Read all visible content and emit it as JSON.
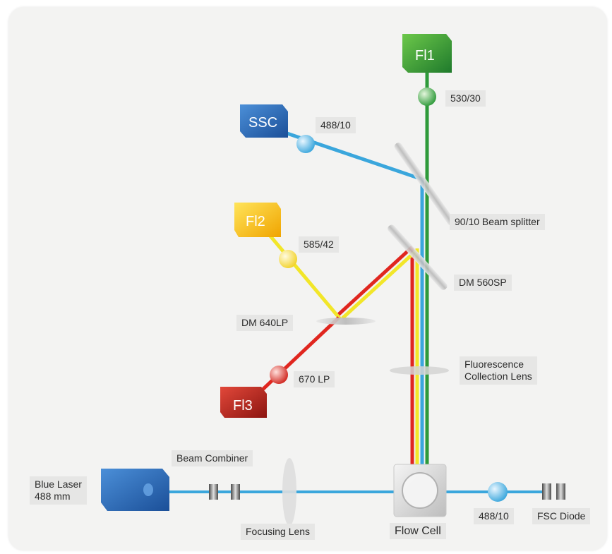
{
  "colors": {
    "blue_beam": "#3aa6dc",
    "green_beam": "#2e9a3a",
    "yellow_beam": "#f2e629",
    "red_beam": "#e0261f",
    "panel_bg": "#f3f3f2",
    "label_bg": "#e6e6e5"
  },
  "detectors": {
    "fl1": "Fl1",
    "ssc": "SSC",
    "fl2": "Fl2",
    "fl3": "Fl3"
  },
  "filters": {
    "fl1_filter": "530/30",
    "ssc_filter": "488/10",
    "fl2_filter": "585/42",
    "fl3_filter": "670 LP",
    "fsc_filter": "488/10"
  },
  "optics": {
    "beam_splitter": "90/10 Beam splitter",
    "dm_560sp": "DM 560SP",
    "dm_640lp": "DM 640LP",
    "collection_lens_line1": "Fluorescence",
    "collection_lens_line2": "Collection Lens",
    "beam_combiner": "Beam Combiner",
    "focusing_lens": "Focusing Lens",
    "flow_cell": "Flow Cell",
    "fsc_diode": "FSC Diode"
  },
  "laser": {
    "line1": "Blue Laser",
    "line2": "488 mm"
  }
}
